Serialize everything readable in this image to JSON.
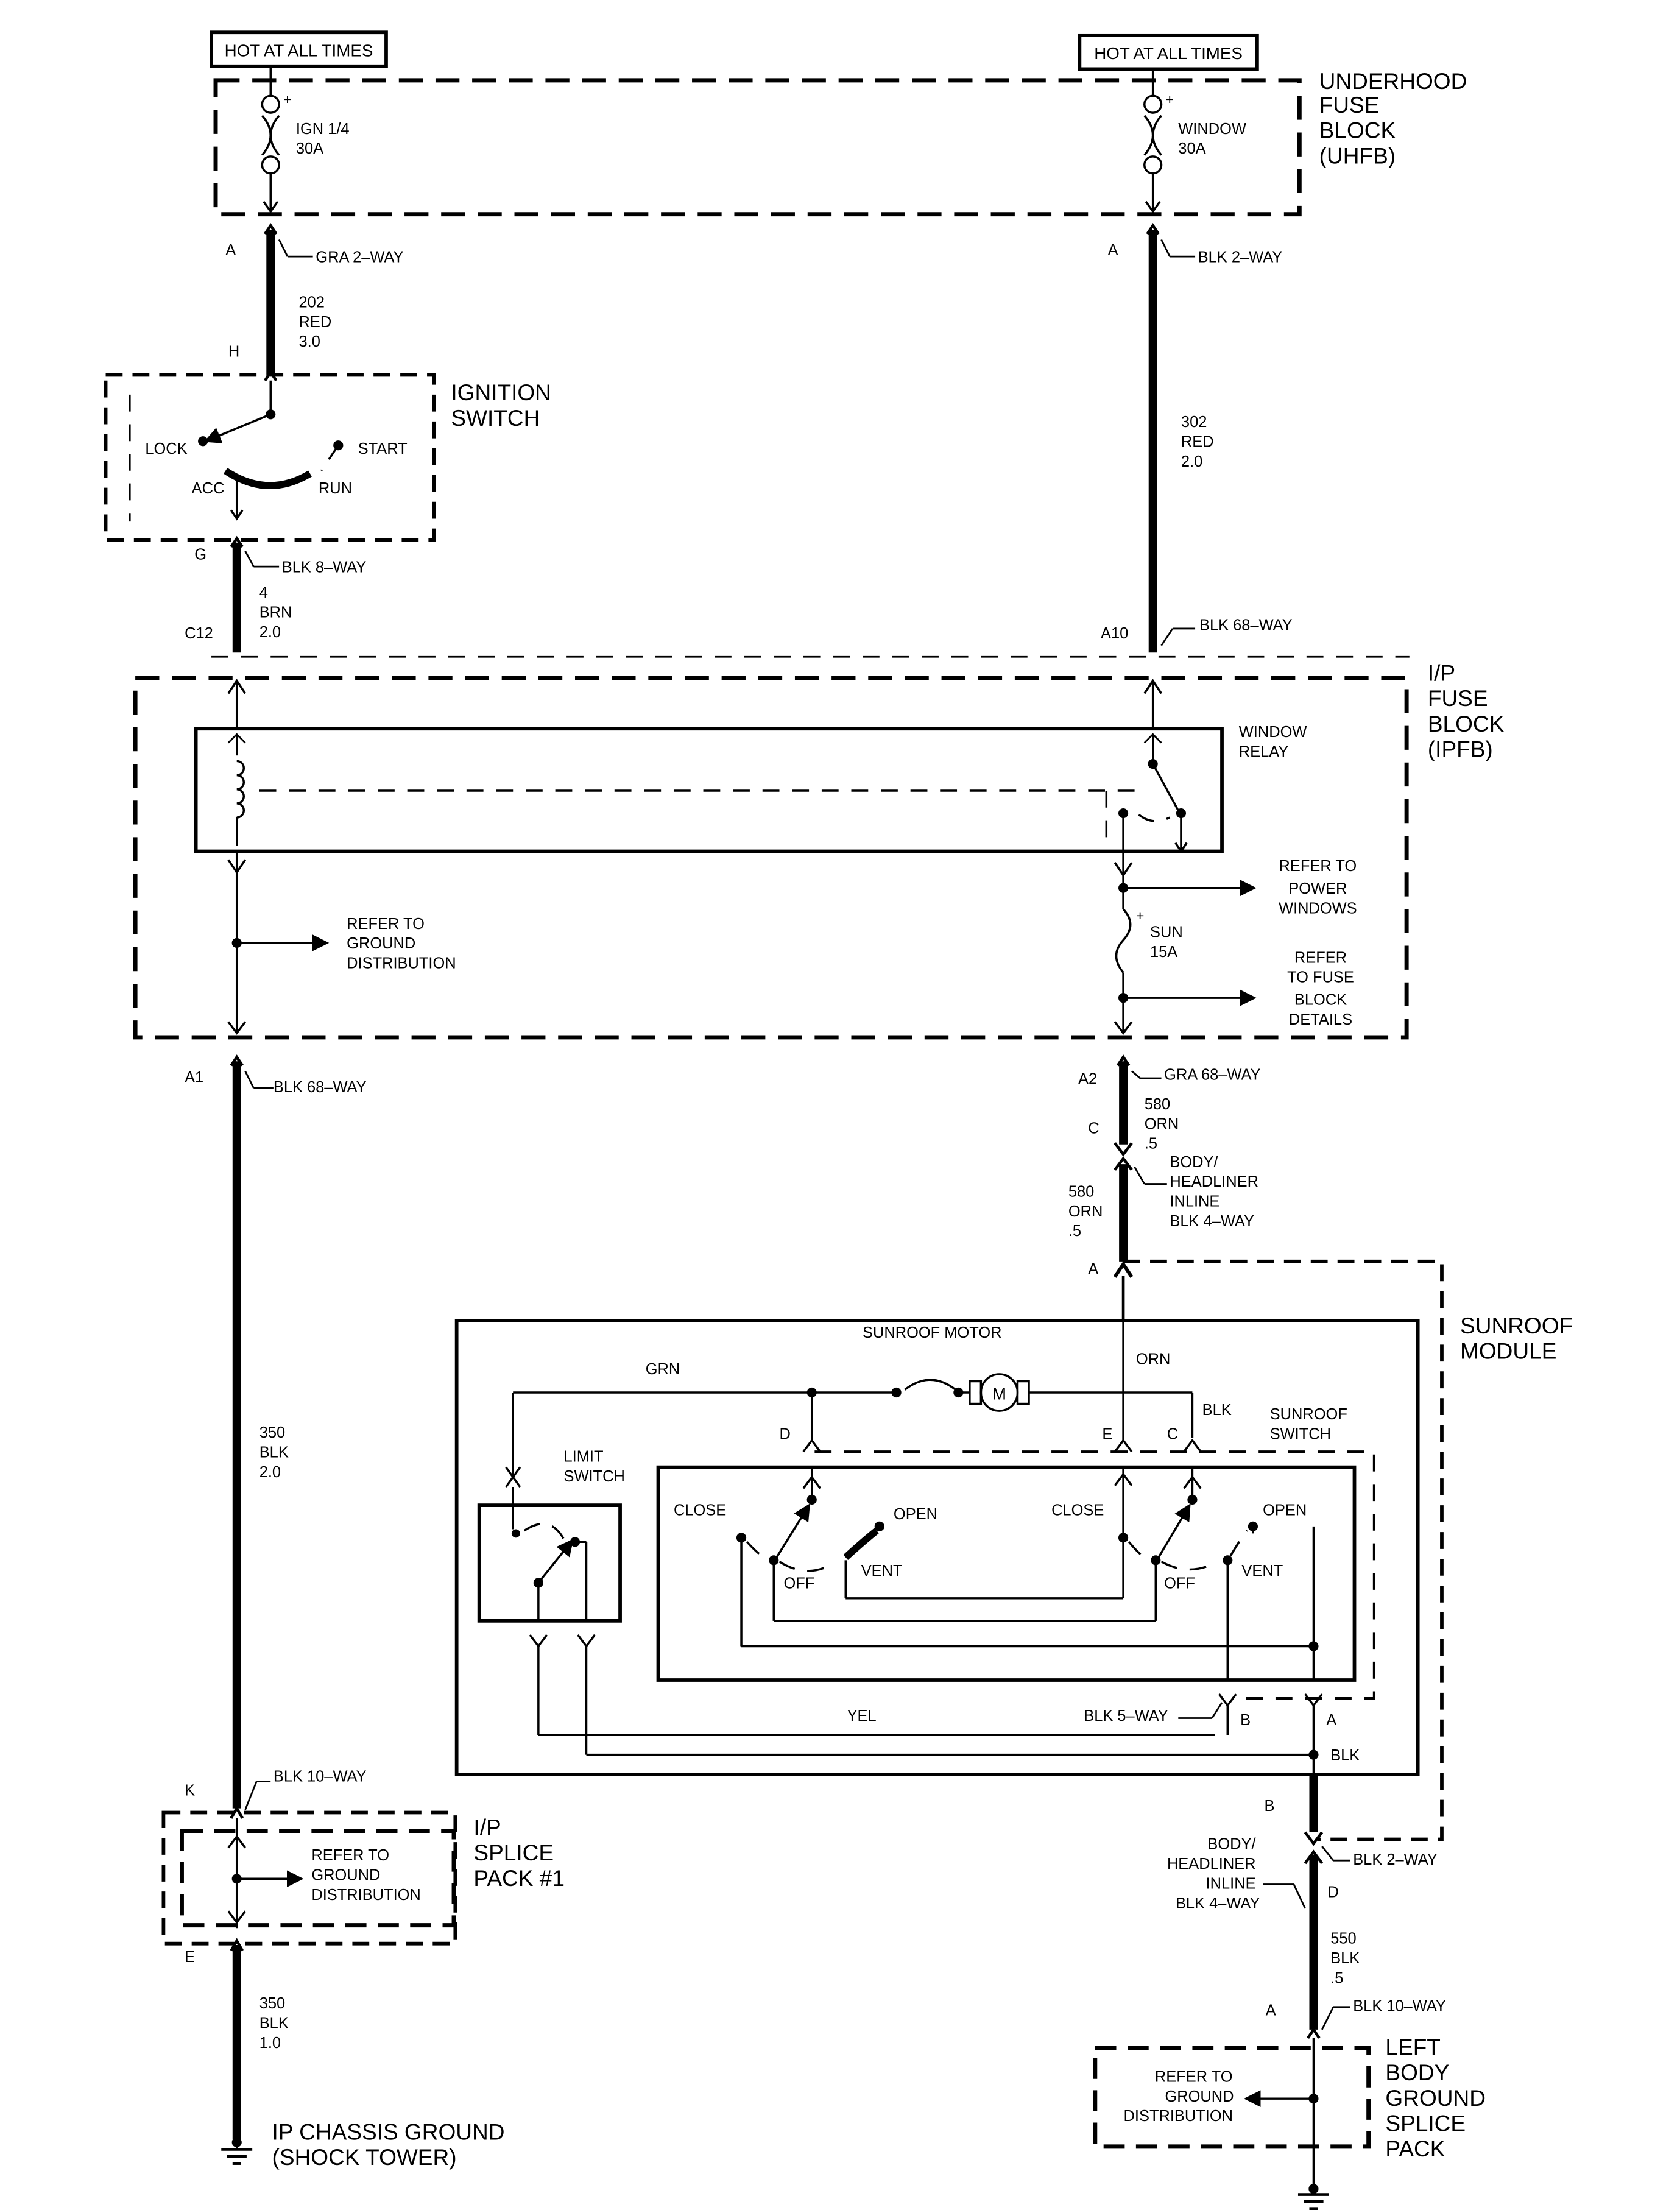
{
  "hot_labels": [
    "HOT AT ALL TIMES",
    "HOT AT ALL TIMES"
  ],
  "uhfb": {
    "title": [
      "UNDERHOOD",
      "FUSE",
      "BLOCK",
      "(UHFB)"
    ],
    "fuse_left": [
      "IGN 1/4",
      "30A"
    ],
    "fuse_right": [
      "WINDOW",
      "30A"
    ],
    "plus": "+"
  },
  "connectors": {
    "a_left": "A",
    "gra2": "GRA 2–WAY",
    "a_right": "A",
    "blk2": "BLK 2–WAY",
    "h": "H",
    "g": "G",
    "blk8": "BLK 8–WAY",
    "c12": "C12",
    "a10": "A10",
    "blk68_top": "BLK 68–WAY",
    "a1": "A1",
    "blk68_left": "BLK 68–WAY",
    "a2": "A2",
    "gra68": "GRA 68–WAY",
    "c_conn": "C",
    "body_inline_top": [
      "BODY/",
      "HEADLINER",
      "INLINE",
      "BLK 4–WAY"
    ],
    "a_module": "A",
    "k": "K",
    "blk10_k": "BLK 10–WAY",
    "e_splice": "E",
    "b_module": "B",
    "blk2_lower": "BLK 2–WAY",
    "body_inline_bottom": [
      "BODY/",
      "HEADLINER",
      "INLINE",
      "BLK 4–WAY"
    ],
    "d_conn": "D",
    "a_lower": "A",
    "blk10_lower": "BLK 10–WAY"
  },
  "wires": {
    "w202": [
      "202",
      "RED",
      "3.0"
    ],
    "w302": [
      "302",
      "RED",
      "2.0"
    ],
    "w4": [
      "4",
      "BRN",
      "2.0"
    ],
    "w350_top": [
      "350",
      "BLK",
      "2.0"
    ],
    "w580_a": [
      "580",
      "ORN",
      ".5"
    ],
    "w580_b": [
      "580",
      "ORN",
      ".5"
    ],
    "w350_bottom": [
      "350",
      "BLK",
      "1.0"
    ],
    "w550": [
      "550",
      "BLK",
      ".5"
    ]
  },
  "ignition": {
    "title": [
      "IGNITION",
      "SWITCH"
    ],
    "lock": "LOCK",
    "start": "START",
    "acc": "ACC",
    "run": "RUN"
  },
  "ipfb": {
    "title": [
      "I/P",
      "FUSE",
      "BLOCK",
      "(IPFB)"
    ],
    "relay": [
      "WINDOW",
      "RELAY"
    ],
    "refer_ground": [
      "REFER TO",
      "GROUND",
      "DISTRIBUTION"
    ],
    "refer_power": [
      "REFER TO",
      "POWER",
      "WINDOWS"
    ],
    "fuse_sun": [
      "SUN",
      "15A"
    ],
    "refer_fuse": [
      "REFER",
      "TO FUSE",
      "BLOCK",
      "DETAILS"
    ],
    "plus": "+"
  },
  "sunroof": {
    "module_title": [
      "SUNROOF",
      "MODULE"
    ],
    "motor_label": "SUNROOF MOTOR",
    "motor_symbol": "M",
    "grn": "GRN",
    "orn": "ORN",
    "blk": "BLK",
    "switch_title": [
      "SUNROOF",
      "SWITCH"
    ],
    "limit_title": [
      "LIMIT",
      "SWITCH"
    ],
    "d": "D",
    "e": "E",
    "c": "C",
    "close_left": "CLOSE",
    "open_left": "OPEN",
    "off_left": "OFF",
    "vent_left": "VENT",
    "close_right": "CLOSE",
    "open_right": "OPEN",
    "off_right": "OFF",
    "vent_right": "VENT",
    "yel": "YEL",
    "blk5": "BLK 5–WAY",
    "b": "B",
    "a": "A",
    "blk_bottom": "BLK"
  },
  "splice1": {
    "title": [
      "I/P",
      "SPLICE",
      "PACK #1"
    ],
    "refer": [
      "REFER TO",
      "GROUND",
      "DISTRIBUTION"
    ]
  },
  "ground_left": [
    "IP CHASSIS GROUND",
    "(SHOCK TOWER)"
  ],
  "left_body": {
    "title": [
      "LEFT",
      "BODY",
      "GROUND",
      "SPLICE",
      "PACK"
    ],
    "refer": [
      "REFER TO",
      "GROUND",
      "DISTRIBUTION"
    ]
  }
}
